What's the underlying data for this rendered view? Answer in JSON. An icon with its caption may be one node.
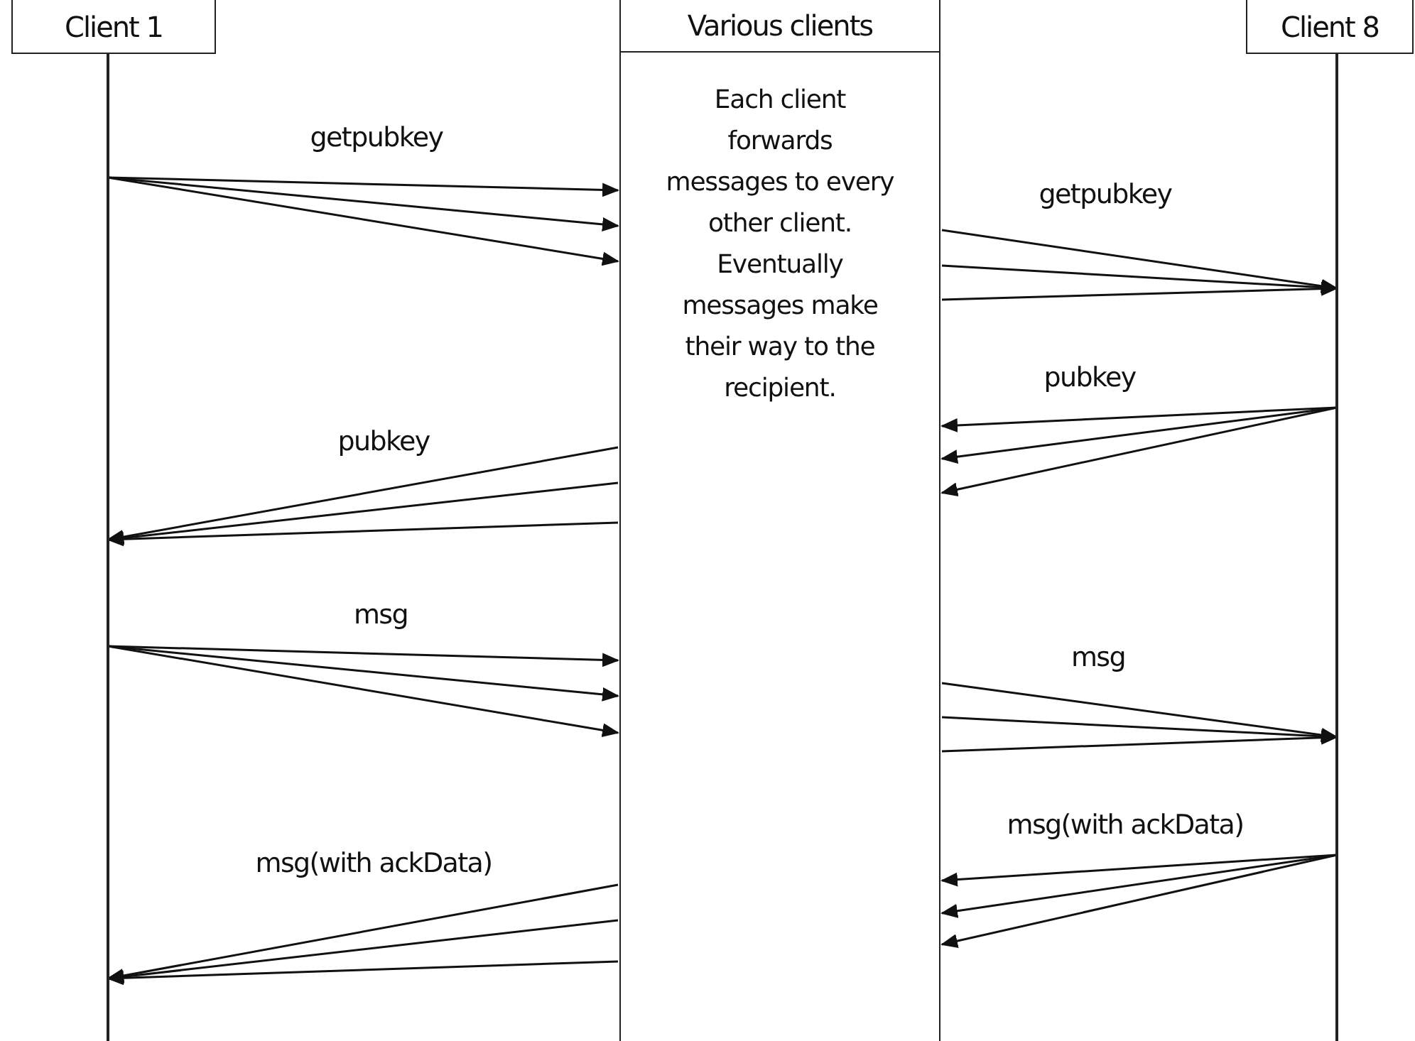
{
  "diagram": {
    "nodes": [
      {
        "text": [
          "Client 1"
        ]
      },
      {
        "text": [],
        "shape": "line"
      },
      {
        "text": [
          "Various clients",
          "Each client forwards messages to every other client. Eventually messages make their way to the recipient."
        ]
      },
      {
        "text": [
          "Client 8"
        ]
      },
      {
        "text": [],
        "shape": "line"
      }
    ],
    "edges": [
      {
        "from": 1,
        "to": 2,
        "arrow": "to",
        "label": "getpubkey"
      },
      {
        "from": 1,
        "to": 2,
        "arrow": "to"
      },
      {
        "from": 1,
        "to": 2,
        "arrow": "to"
      },
      {
        "from": 2,
        "to": 4,
        "arrow": "to",
        "label": "getpubkey"
      },
      {
        "from": 2,
        "to": 4,
        "arrow": "to"
      },
      {
        "from": 2,
        "to": 4,
        "arrow": "to"
      },
      {
        "from": 4,
        "to": 2,
        "arrow": "to",
        "label": "pubkey"
      },
      {
        "from": 4,
        "to": 2,
        "arrow": "to"
      },
      {
        "from": 4,
        "to": 2,
        "arrow": "to"
      },
      {
        "from": 2,
        "to": 1,
        "arrow": "to",
        "label": "pubkey"
      },
      {
        "from": 2,
        "to": 1,
        "arrow": "to"
      },
      {
        "from": 2,
        "to": 1,
        "arrow": "to"
      },
      {
        "from": 1,
        "to": 2,
        "arrow": "to",
        "label": "msg"
      },
      {
        "from": 1,
        "to": 2,
        "arrow": "to"
      },
      {
        "from": 1,
        "to": 2,
        "arrow": "to"
      },
      {
        "from": 2,
        "to": 4,
        "arrow": "to",
        "label": "msg"
      },
      {
        "from": 2,
        "to": 4,
        "arrow": "to"
      },
      {
        "from": 2,
        "to": 4,
        "arrow": "to"
      },
      {
        "from": 4,
        "to": 2,
        "arrow": "to",
        "label": "msg(with ackData)"
      },
      {
        "from": 4,
        "to": 2,
        "arrow": "to"
      },
      {
        "from": 4,
        "to": 2,
        "arrow": "to"
      },
      {
        "from": 2,
        "to": 1,
        "arrow": "to",
        "label": "msg(with ackData)"
      },
      {
        "from": 2,
        "to": 1,
        "arrow": "to"
      },
      {
        "from": 2,
        "to": 1,
        "arrow": "to"
      }
    ]
  }
}
